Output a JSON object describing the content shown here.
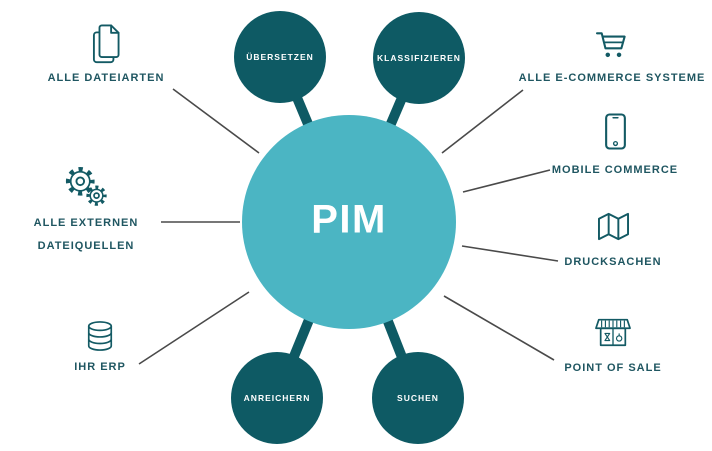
{
  "diagram": {
    "hub": {
      "label": "PIM"
    },
    "satellites": [
      {
        "id": "uebersetzen",
        "label": "ÜBERSETZEN"
      },
      {
        "id": "klassifizieren",
        "label": "KLASSIFIZIEREN"
      },
      {
        "id": "anreichern",
        "label": "ANREICHERN"
      },
      {
        "id": "suchen",
        "label": "SUCHEN"
      }
    ],
    "sources": [
      {
        "icon": "documents-icon",
        "label": "ALLE DATEIARTEN"
      },
      {
        "icon": "gears-icon",
        "lines": [
          "ALLE EXTERNEN",
          "DATEIQUELLEN"
        ]
      },
      {
        "icon": "database-icon",
        "label": "IHR ERP"
      }
    ],
    "channels": [
      {
        "icon": "cart-icon",
        "label": "ALLE E-COMMERCE SYSTEME"
      },
      {
        "icon": "smartphone-icon",
        "label": "MOBILE COMMERCE"
      },
      {
        "icon": "map-icon",
        "label": "DRUCKSACHEN"
      },
      {
        "icon": "store-icon",
        "label": "POINT OF SALE"
      }
    ],
    "colors": {
      "hub_fill": "#4BB5C3",
      "satellite_fill": "#0E5A64",
      "connector": "#0E5A64",
      "link_line": "#4A4A4A",
      "label_text": "#1F5661",
      "hub_text": "#FFFFFF"
    }
  }
}
